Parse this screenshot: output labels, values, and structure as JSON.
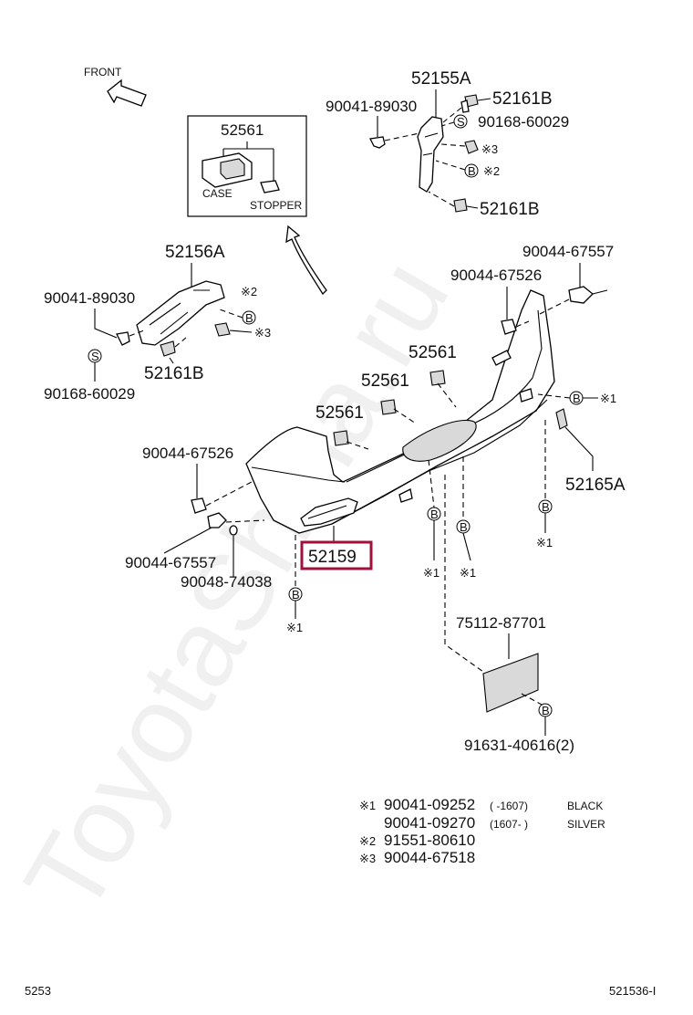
{
  "watermark": "ToyotaShina.ru",
  "direction": {
    "label": "FRONT"
  },
  "inset": {
    "part_no": "52561",
    "case_label": "CASE",
    "stopper_label": "STOPPER"
  },
  "parts": {
    "p52155A": "52155A",
    "p52161B_top": "52161B",
    "p52161B_mid": "52161B",
    "p52161B_left": "52161B",
    "p90041_89030_top": "90041-89030",
    "p90041_89030_left": "90041-89030",
    "p90168_60029_top": "90168-60029",
    "p90168_60029_left": "90168-60029",
    "p52156A": "52156A",
    "p90044_67557_right": "90044-67557",
    "p90044_67526_right": "90044-67526",
    "p90044_67526_left": "90044-67526",
    "p90044_67557_left": "90044-67557",
    "p90048_74038": "90048-74038",
    "p52561_a": "52561",
    "p52561_b": "52561",
    "p52561_c": "52561",
    "p52165A": "52165A",
    "p52159": "52159",
    "p75112_87701": "75112-87701",
    "p91631_40616": "91631-40616(2)"
  },
  "refs": {
    "r1": "※1",
    "r2": "※2",
    "r3": "※3",
    "s_symbol": "S",
    "b_symbol": "B"
  },
  "legend": [
    {
      "mark": "※1",
      "part": "90041-09252",
      "range": "(     -1607)",
      "note": "BLACK"
    },
    {
      "mark": "",
      "part": "90041-09270",
      "range": "(1607-     )",
      "note": "SILVER"
    },
    {
      "mark": "※2",
      "part": "91551-80610",
      "range": "",
      "note": ""
    },
    {
      "mark": "※3",
      "part": "90044-67518",
      "range": "",
      "note": ""
    }
  ],
  "footer": {
    "left_code": "5253",
    "right_code": "521536-I"
  },
  "highlight_color": "#a0103b"
}
